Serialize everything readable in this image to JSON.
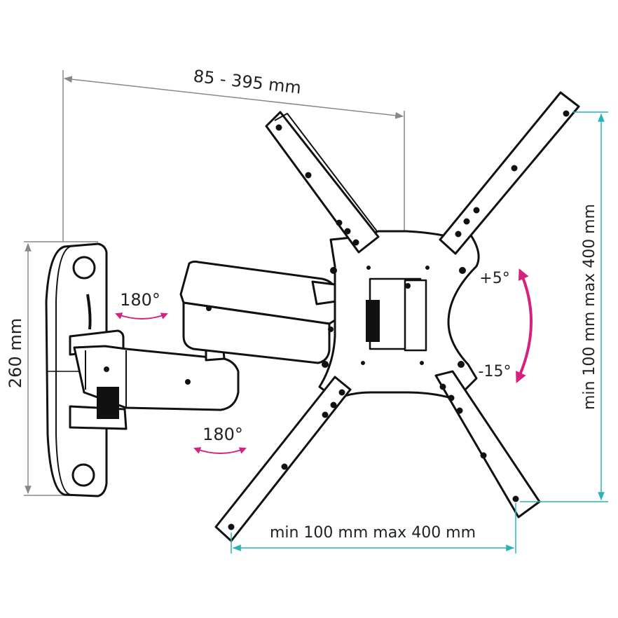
{
  "dimensions": {
    "arm_extension": "85 - 395 mm",
    "wall_plate_height": "260 mm",
    "vesa_horizontal": "min 100 mm max 400 mm",
    "vesa_vertical": "min 100 mm max 400 mm"
  },
  "rotations": {
    "upper_swivel": "180°",
    "lower_swivel": "180°"
  },
  "tilt": {
    "up": "+5°",
    "down": "-15°"
  },
  "colors": {
    "line": "#111111",
    "dimension_gray": "#888888",
    "dimension_teal": "#2ab3b3",
    "rotation_magenta": "#d4227e"
  }
}
